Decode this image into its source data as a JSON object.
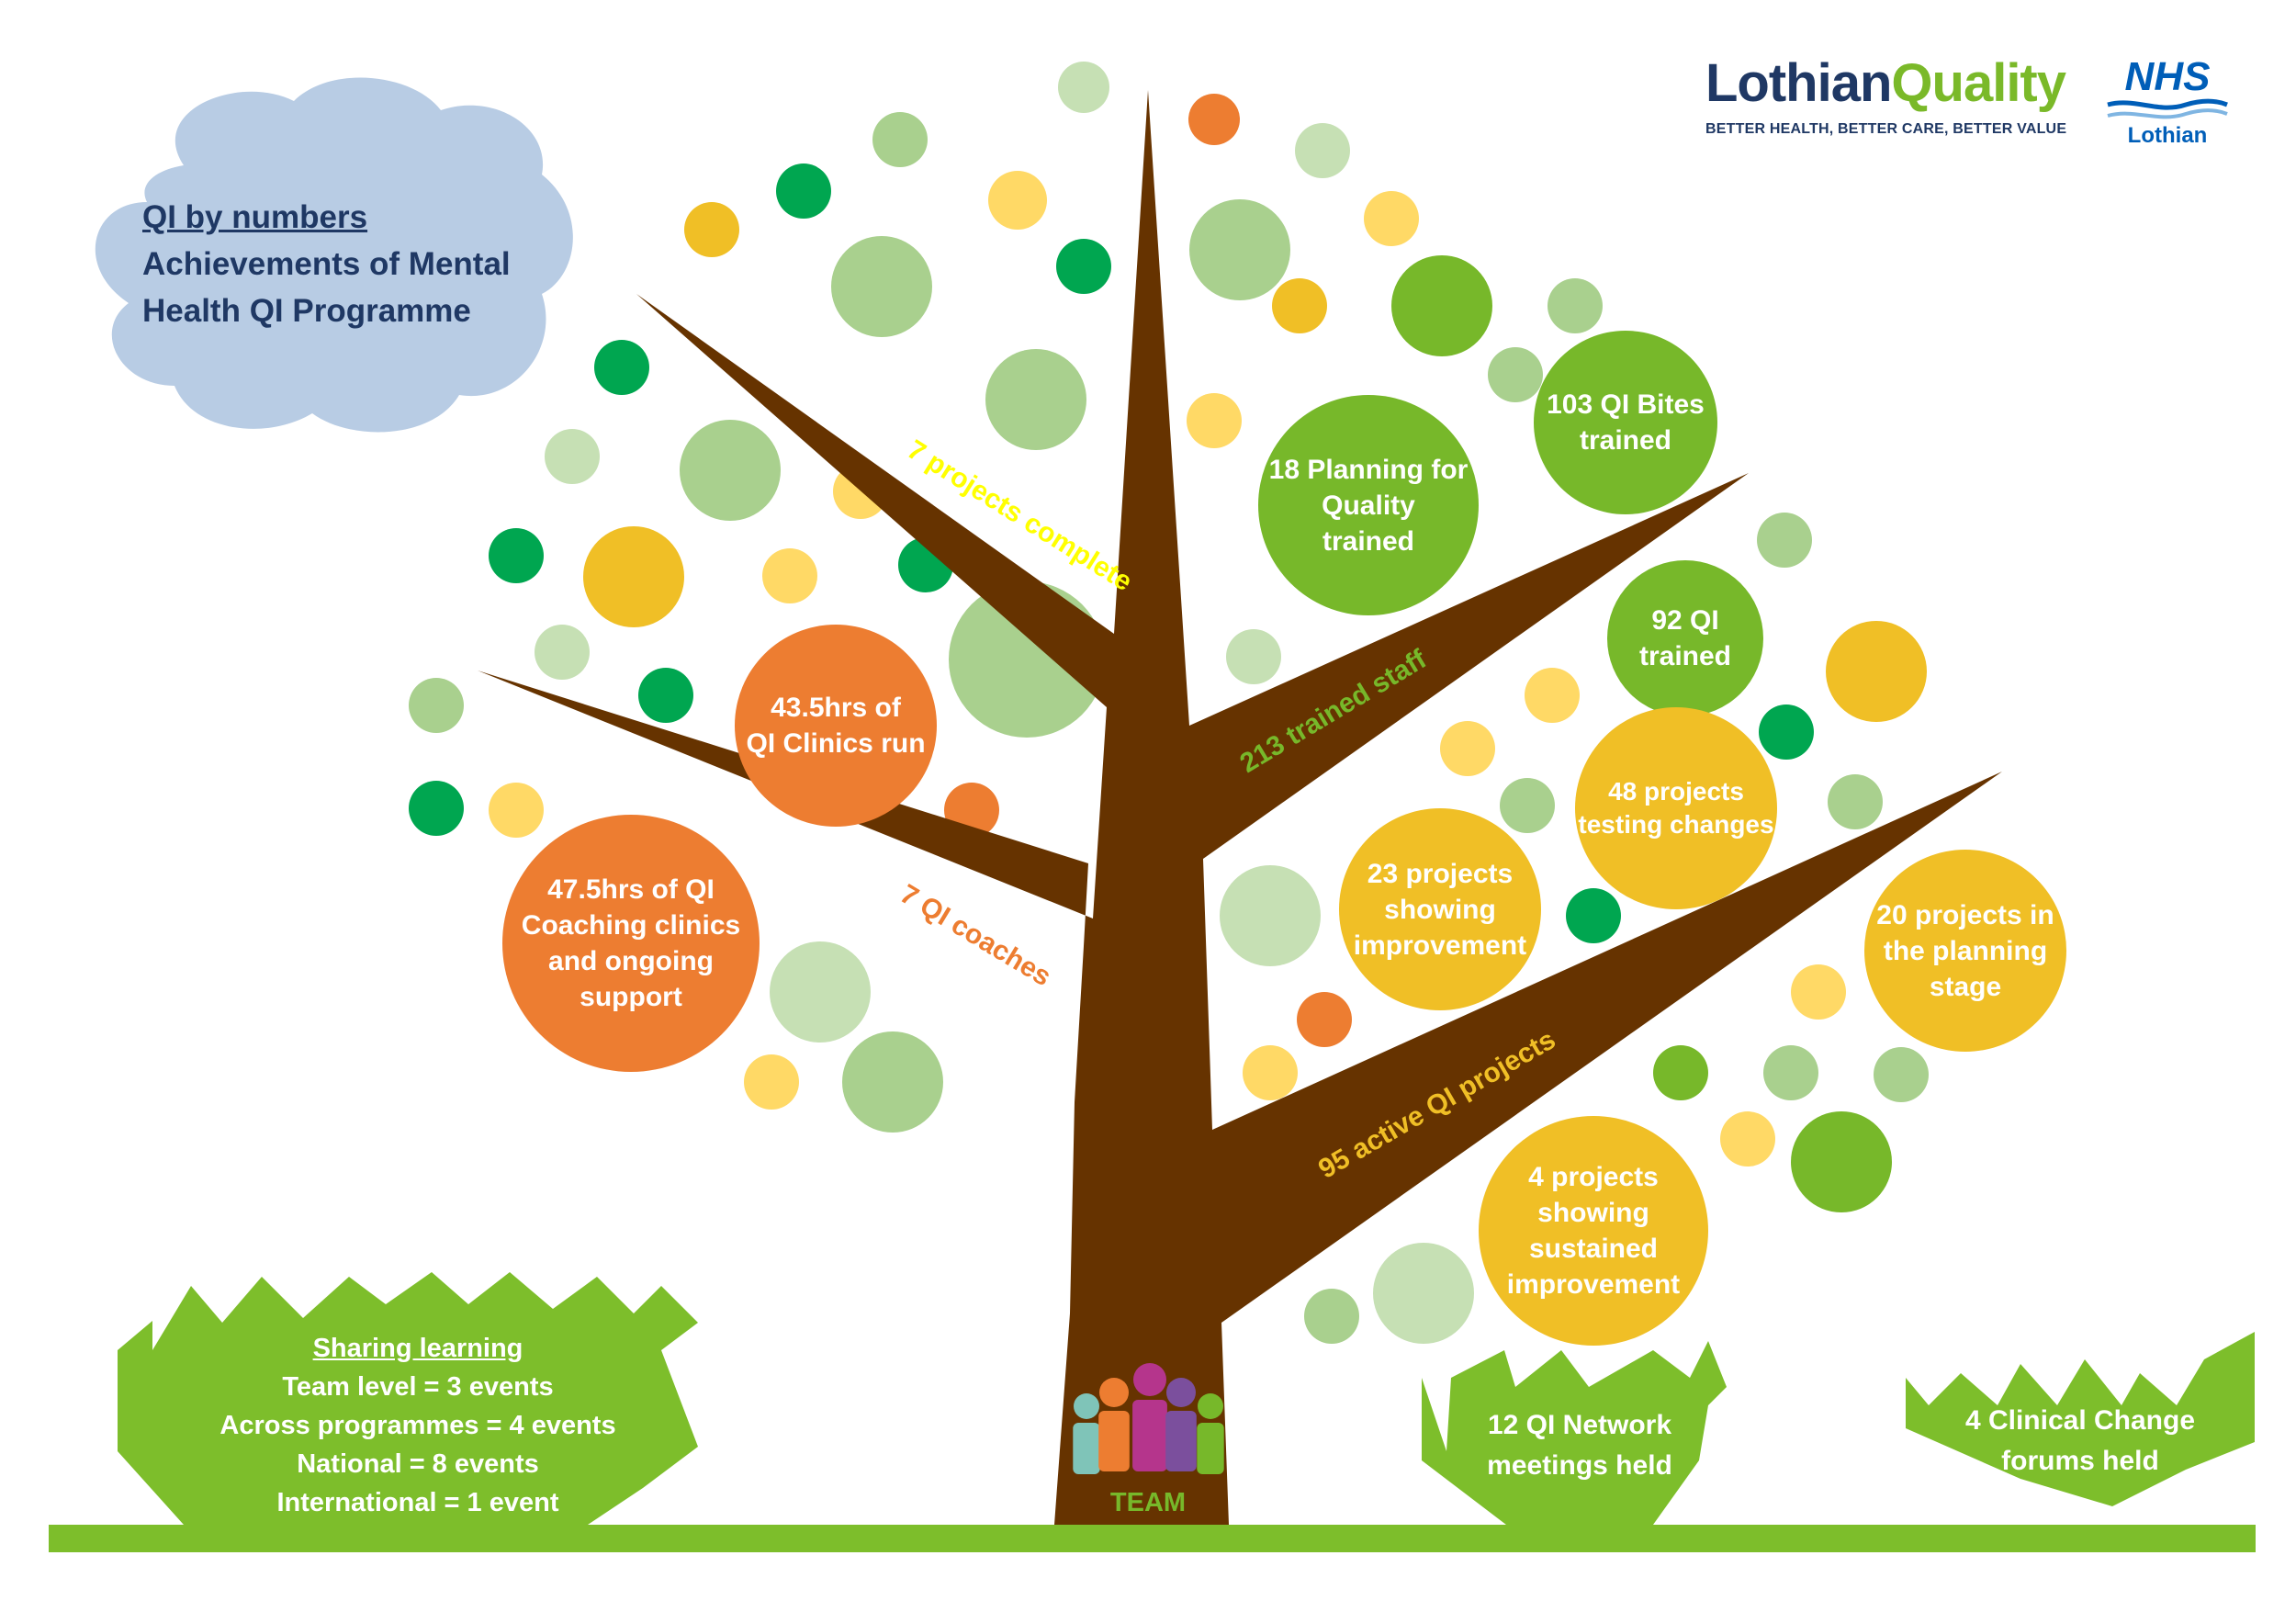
{
  "colors": {
    "trunk": "#663300",
    "ground": "#7dbe2b",
    "dark_green": "#00a650",
    "light_green": "#a9d08e",
    "pale_green": "#c6e0b4",
    "mid_green": "#77b82a",
    "orange": "#ed7d31",
    "yellow": "#f0bf26",
    "light_yellow": "#ffd966",
    "cloud": "#b8cce4",
    "navy": "#1f3864",
    "nhs_blue": "#005eb8",
    "lq_green": "#7ab929"
  },
  "title_cloud": {
    "heading": "QI by numbers",
    "line1": "Achievements of Mental",
    "line2": "Health QI Programme"
  },
  "logo": {
    "brand_part1": "Lothian",
    "brand_part2": "Quality",
    "tagline": "BETTER HEALTH, BETTER CARE, BETTER VALUE",
    "nhs": "NHS",
    "nhs_board": "Lothian"
  },
  "branches": {
    "projects_complete": "7 projects complete",
    "trained_staff": "213 trained staff",
    "qi_coaches": "7 QI coaches",
    "active_projects": "95 active QI projects"
  },
  "stats": {
    "clinics": [
      "43.5hrs of",
      "QI Clinics run"
    ],
    "coaching": [
      "47.5hrs of QI",
      "Coaching clinics",
      "and ongoing",
      "support"
    ],
    "planning_quality": [
      "18 Planning for",
      "Quality",
      "trained"
    ],
    "qi_bites": [
      "103 QI Bites",
      "trained"
    ],
    "qi_trained": [
      "92 QI",
      "trained"
    ],
    "testing": [
      "48 projects",
      "testing changes"
    ],
    "improvement": [
      "23 projects",
      "showing",
      "improvement"
    ],
    "planning_stage": [
      "20 projects in",
      "the planning",
      "stage"
    ],
    "sustained": [
      "4 projects",
      "showing",
      "sustained",
      "improvement"
    ]
  },
  "sharing": {
    "heading": "Sharing learning",
    "lines": [
      "Team level = 3 events",
      "Across programmes = 4 events",
      "National = 8 events",
      "International = 1 event"
    ]
  },
  "network": [
    "12 QI Network",
    "meetings held"
  ],
  "forums": [
    "4 Clinical Change",
    "forums held"
  ],
  "team_label": "TEAM",
  "team_colors": [
    "#7fc4b8",
    "#ed7d31",
    "#b5358c",
    "#7b4f9d",
    "#77b82a"
  ]
}
